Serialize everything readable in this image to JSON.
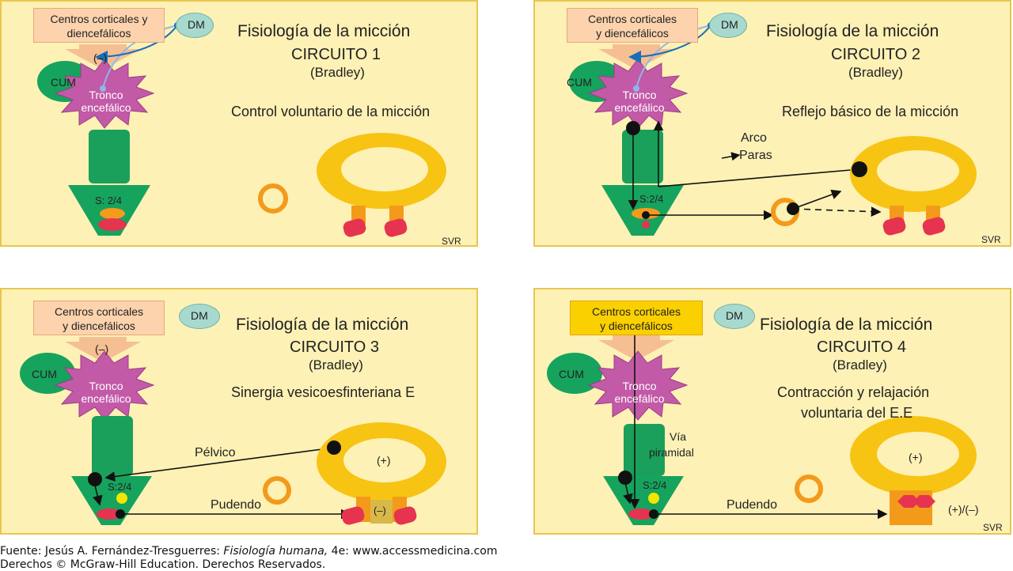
{
  "panels": [
    {
      "title": "Fisiología de la micción",
      "circuit": "CIRCUITO 1",
      "author": "(Bradley)",
      "subtitle": "Control voluntario de la micción",
      "centers_line1": "Centros corticales y",
      "centers_line2": "diencefálicos",
      "dm": "DM",
      "cum": "CUM",
      "tronco_line1": "Tronco",
      "tronco_line2": "encefálico",
      "minus": "(–)",
      "sacral": "S: 2/4",
      "svr": "SVR"
    },
    {
      "title": "Fisiología de la micción",
      "circuit": "CIRCUITO 2",
      "author": "(Bradley)",
      "subtitle": "Reflejo básico de la micción",
      "centers_line1": "Centros corticales",
      "centers_line2": "y diencefálicos",
      "dm": "DM",
      "cum": "CUM",
      "tronco_line1": "Tronco",
      "tronco_line2": "encefálico",
      "sacral": "S:2/4",
      "arc_line1": "Arco",
      "arc_line2": "Paras",
      "svr": "SVR"
    },
    {
      "title": "Fisiología de la micción",
      "circuit": "CIRCUITO 3",
      "author": "(Bradley)",
      "subtitle": "Sinergia vesicoesfinteriana E",
      "centers_line1": "Centros corticales",
      "centers_line2": "y diencefálicos",
      "dm": "DM",
      "cum": "CUM",
      "tronco_line1": "Tronco",
      "tronco_line2": "encefálico",
      "minus": "(–)",
      "sacral": "S:2/4",
      "pelvic": "Pélvico",
      "pudendo": "Pudendo",
      "bladder_sign": "(+)",
      "sphincter_sign": "(–)"
    },
    {
      "title": "Fisiología de la micción",
      "circuit": "CIRCUITO 4",
      "author": "(Bradley)",
      "subtitle_line1": "Contracción y relajación",
      "subtitle_line2": "voluntaria del E.E",
      "centers_line1": "Centros corticales",
      "centers_line2": "y diencefálicos",
      "dm": "DM",
      "cum": "CUM",
      "tronco_line1": "Tronco",
      "tronco_line2": "encefálico",
      "sacral": "S:2/4",
      "via_line1": "Vía",
      "via_line2": "piramidal",
      "pudendo": "Pudendo",
      "bladder_sign": "(+)",
      "sphincter_sign": "(+)/(–)",
      "svr": "SVR"
    }
  ],
  "footer": {
    "line1_prefix": "Fuente: Jesús A. Fernández-Tresguerres: ",
    "line1_book": "Fisiología humana,",
    "line1_suffix": " 4e: www.accessmedicina.com",
    "line2": "Derechos © McGraw-Hill Education. Derechos Reservados."
  },
  "colors": {
    "panel_bg": "#fdf1b5",
    "panel_border": "#e8c64e",
    "cord": "#1aa05a",
    "cum": "#16a35d",
    "tronco": "#c25aa8",
    "bladder": "#f7c414",
    "sphincter": "#e53955",
    "dm": "#a8d9cf"
  }
}
